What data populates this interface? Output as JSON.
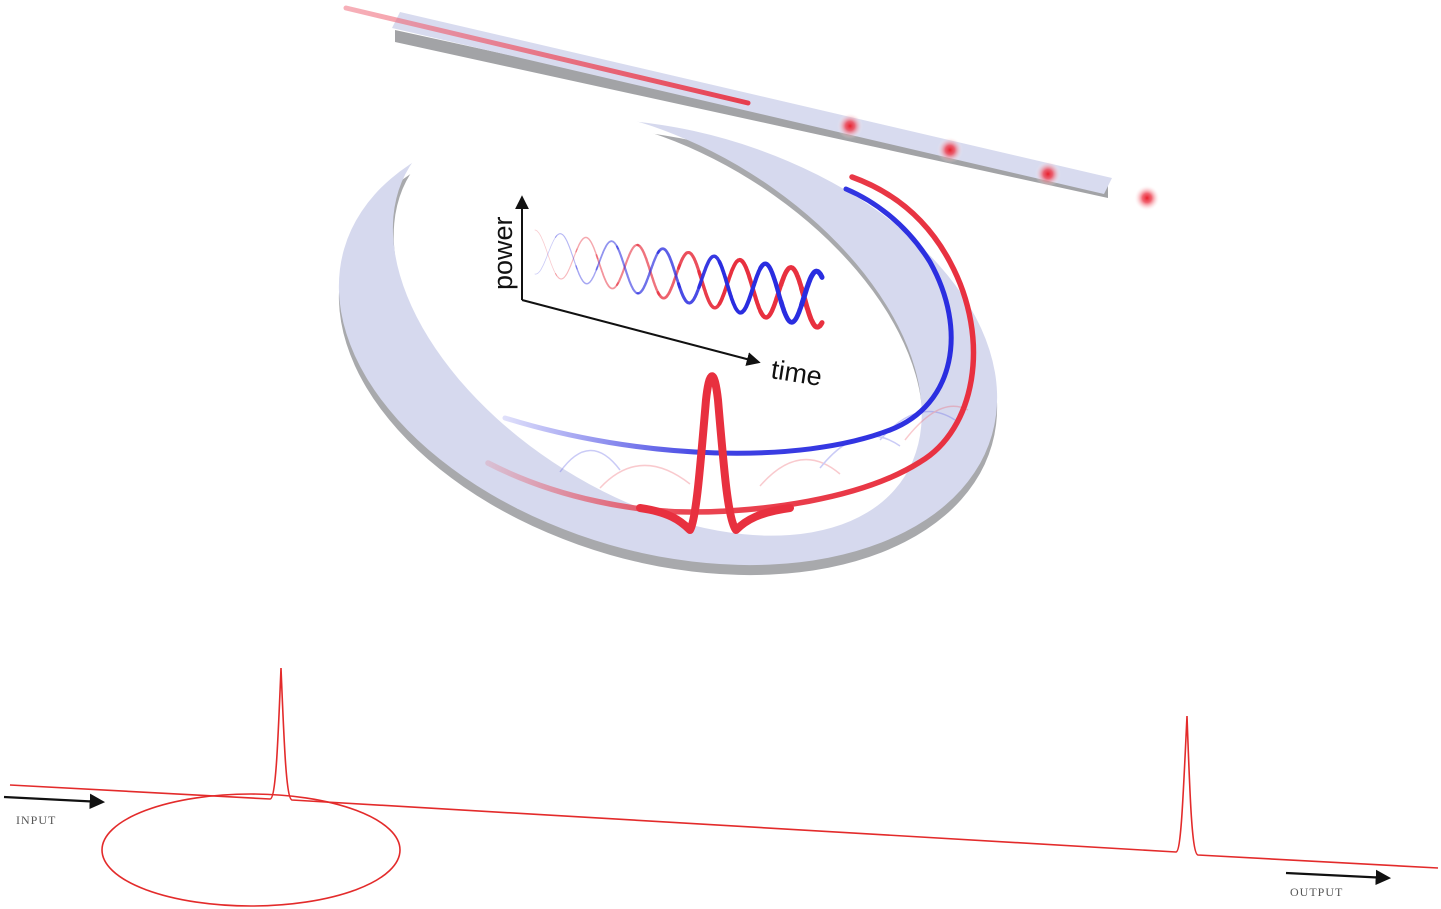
{
  "inset_plot": {
    "y_axis_label": "power",
    "x_axis_label": "time"
  },
  "waveguide_diagram": {
    "input_label": "INPUT",
    "output_label": "OUTPUT"
  },
  "colors": {
    "waveguide_top": "#d8dbef",
    "waveguide_side": "#a2a3a6",
    "ring_top": "#d6d9ee",
    "ring_side": "#a8a9ac",
    "wave_red": "#e8303f",
    "wave_blue": "#2a2de0",
    "axis": "#111111",
    "trace_red": "#e32b2b"
  },
  "icons": [
    "emitted-pulse-dot",
    "arrow-right-icon"
  ]
}
